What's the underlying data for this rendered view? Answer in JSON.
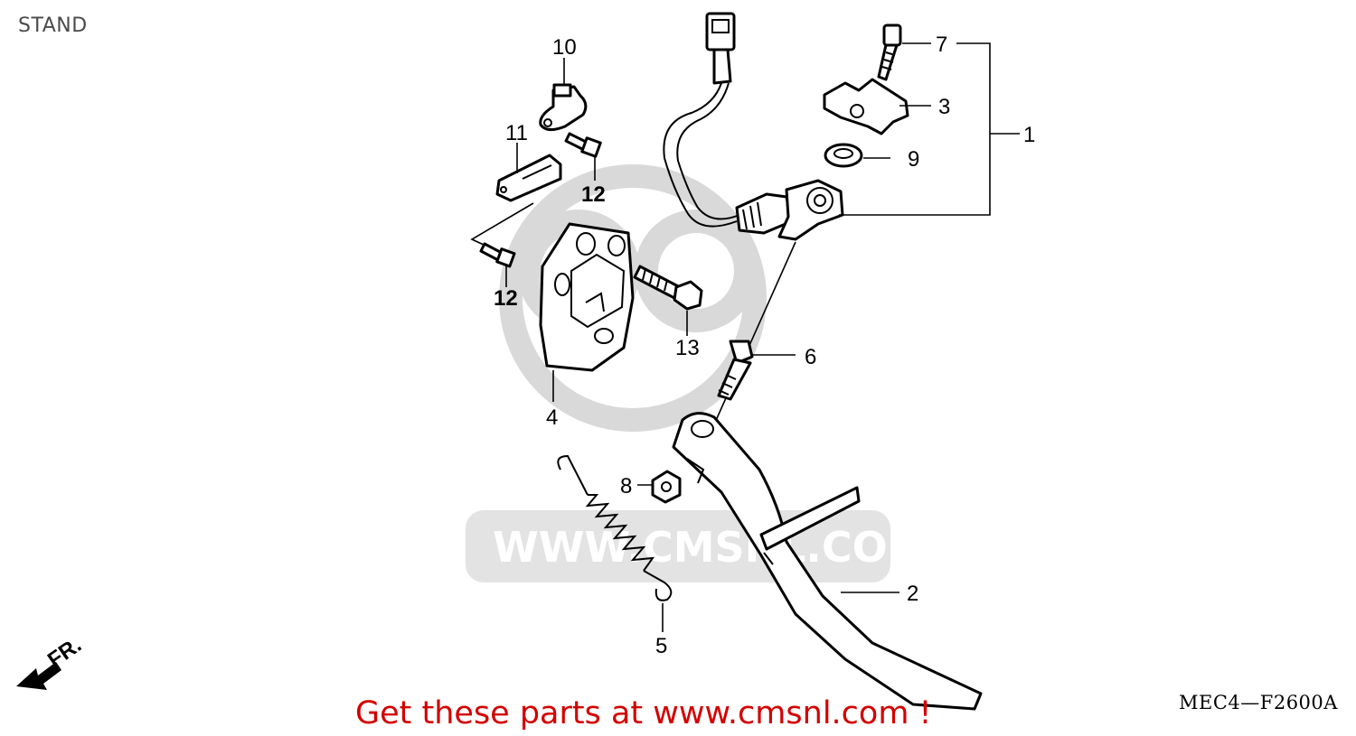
{
  "title": "STAND",
  "footer_link": "Get these parts at www.cmsnl.com !",
  "diagram_code": "MEC4—F2600A",
  "watermark_text": "WWW.CMSNL.COM",
  "direction_label": "FR.",
  "callouts": {
    "c1": "1",
    "c2": "2",
    "c3": "3",
    "c4": "4",
    "c5": "5",
    "c6": "6",
    "c7": "7",
    "c8": "8",
    "c9": "9",
    "c10": "10",
    "c11": "11",
    "c12a": "12",
    "c12b": "12",
    "c13": "13"
  },
  "colors": {
    "link": "#d40000",
    "watermark": "#dcdcdc"
  }
}
